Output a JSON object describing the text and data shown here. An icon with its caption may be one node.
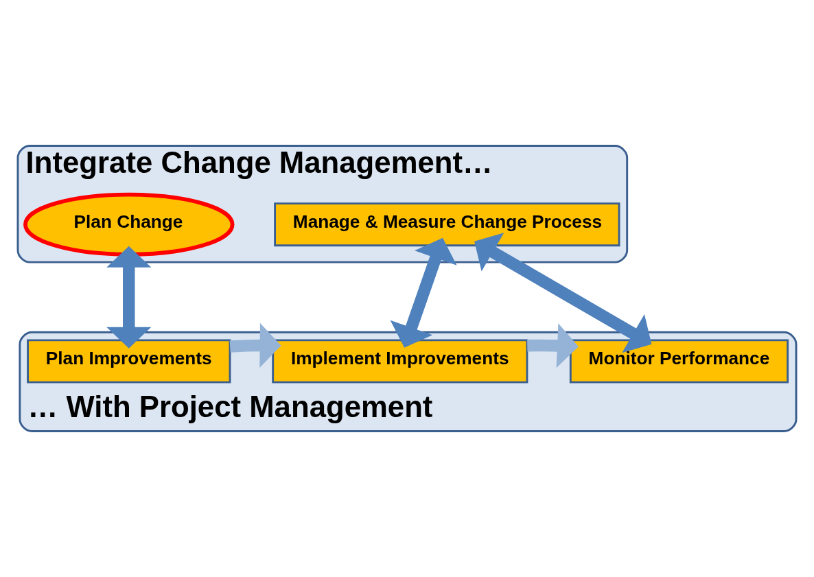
{
  "diagram": {
    "nodes": [
      {
        "text": [
          "Integrate Change Management…"
        ]
      },
      {
        "text": [
          "Plan Change"
        ],
        "in": 0
      },
      {
        "text": [
          "Manage & Measure Change Process"
        ],
        "in": 0
      },
      {
        "text": [
          "… With Project Management"
        ]
      },
      {
        "text": [
          "Plan Improvements"
        ],
        "in": 3
      },
      {
        "text": [
          "Implement Improvements"
        ],
        "in": 3
      },
      {
        "text": [
          "Monitor Performance"
        ],
        "in": 3
      }
    ],
    "edges": [
      {
        "from": 1,
        "to": 4,
        "arrow": "both"
      },
      {
        "from": 2,
        "to": 5,
        "arrow": "both"
      },
      {
        "from": 2,
        "to": 6,
        "arrow": "both"
      },
      {
        "from": 4,
        "to": 5,
        "arrow": "to",
        "color": "#95b3d7"
      },
      {
        "from": 5,
        "to": 6,
        "arrow": "to",
        "color": "#95b3d7"
      }
    ]
  }
}
